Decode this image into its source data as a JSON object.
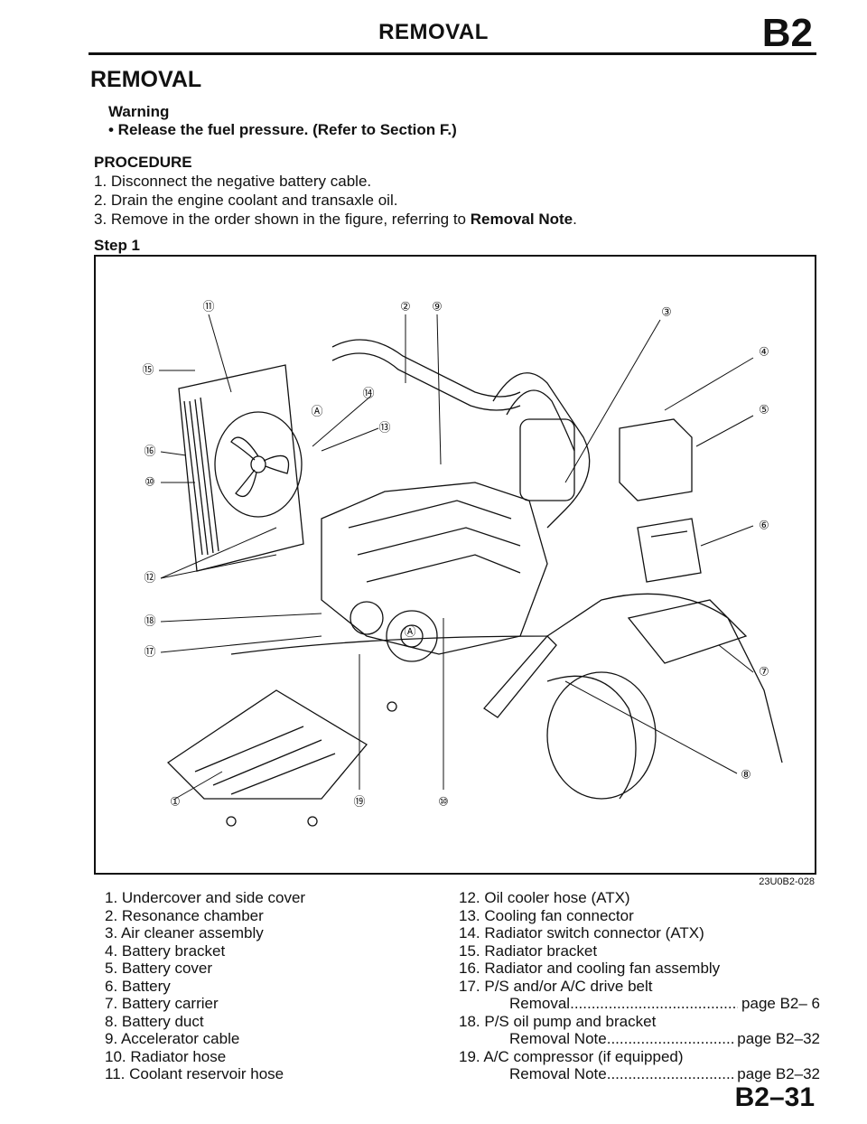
{
  "header": {
    "title": "REMOVAL",
    "code": "B2"
  },
  "section_title": "REMOVAL",
  "warning": {
    "label": "Warning",
    "item": "• Release the fuel pressure. (Refer to Section F.)"
  },
  "procedure": {
    "label": "PROCEDURE",
    "steps": [
      "1. Disconnect the negative battery cable.",
      "2. Drain the engine coolant and transaxle oil.",
      "3. Remove in the order shown in the figure, referring to"
    ],
    "step3_bold": "Removal Note",
    "step3_end": "."
  },
  "step_label": "Step 1",
  "figure": {
    "code": "23U0B2-028",
    "callouts": [
      "⑪",
      "②",
      "⑨",
      "③",
      "④",
      "⑮",
      "⑭",
      "Ⓐ",
      "⑬",
      "⑤",
      "⑯",
      "⑩",
      "⑥",
      "⑫",
      "⑱",
      "Ⓐ",
      "⑰",
      "⑦",
      "⑧",
      "①",
      "⑲",
      "⑩"
    ]
  },
  "parts_left": [
    "1. Undercover and side cover",
    "2. Resonance chamber",
    "3. Air cleaner assembly",
    "4. Battery bracket",
    "5. Battery cover",
    "6. Battery",
    "7. Battery carrier",
    "8. Battery duct",
    "9. Accelerator cable",
    "10. Radiator hose",
    "11. Coolant reservoir hose"
  ],
  "parts_right": {
    "p12": "12. Oil cooler hose (ATX)",
    "p13": "13. Cooling fan connector",
    "p14": "14. Radiator switch connector (ATX)",
    "p15": "15. Radiator bracket",
    "p16": "16. Radiator and cooling fan assembly",
    "p17": "17. P/S and/or A/C drive belt",
    "p17_ref_label": "Removal",
    "p17_ref_page": "page B2– 6",
    "p18": "18. P/S oil pump and bracket",
    "p18_ref_label": "Removal Note",
    "p18_ref_page": "page B2–32",
    "p19": "19. A/C compressor (if equipped)",
    "p19_ref_label": "Removal Note",
    "p19_ref_page": "page B2–32",
    "dots": "...................................................................."
  },
  "page_number": "B2–31"
}
